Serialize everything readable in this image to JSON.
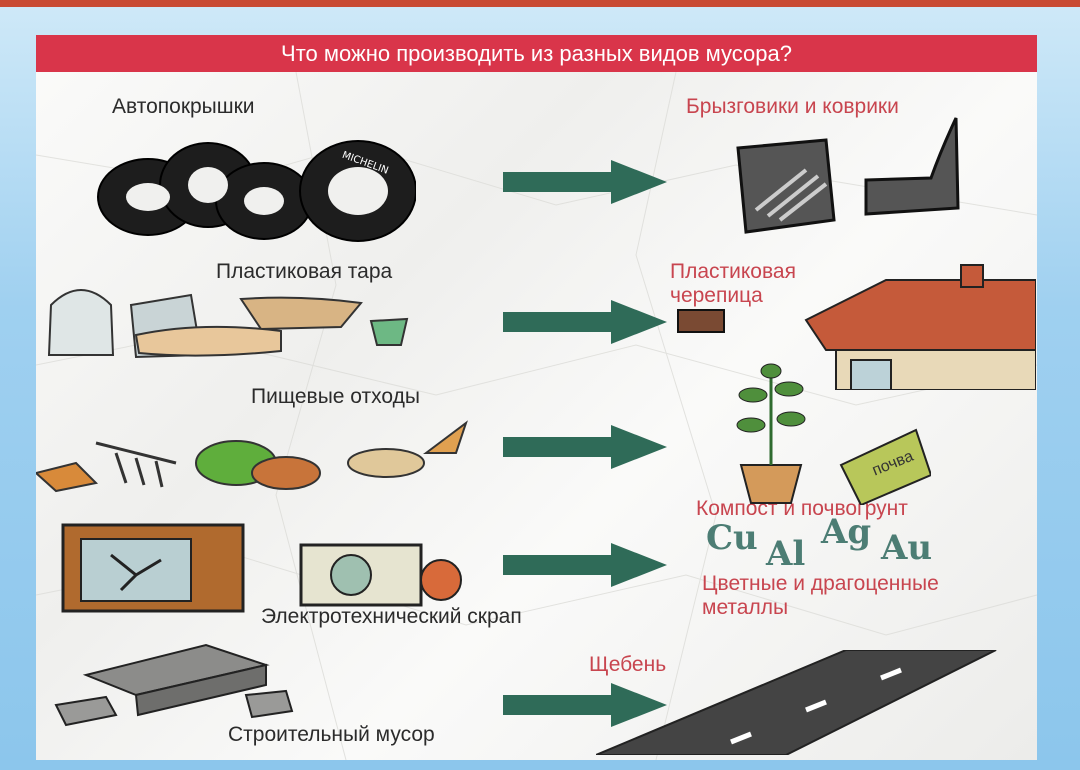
{
  "title": "Что можно производить из разных видов мусора?",
  "rows": [
    {
      "source": "Автопокрышки",
      "product": "Брызговики и коврики"
    },
    {
      "source": "Пластиковая тара",
      "product_line1": "Пластиковая",
      "product_line2": "черепица"
    },
    {
      "source": "Пищевые отходы",
      "product": "Компост и почвогрунт"
    },
    {
      "source": "Электротехнический скрап",
      "product_line1": "Цветные и драгоценные",
      "product_line2": "металлы"
    },
    {
      "source": "Строительный мусор",
      "product": "Щебень"
    }
  ],
  "tire_brand": "MICHELIN",
  "soil_bag_text": "почва",
  "metals": {
    "cu": "Cu",
    "al": "Al",
    "ag": "Ag",
    "au": "Au"
  },
  "colors": {
    "title_bar": "#d9354a",
    "arrow": "#2f6b58",
    "product_label": "#c8454f",
    "top_bar": "#c94a33"
  }
}
